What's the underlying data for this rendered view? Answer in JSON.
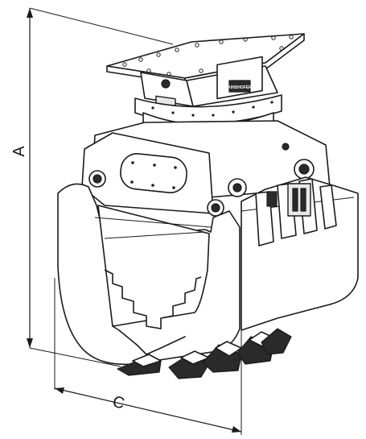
{
  "dimensions": {
    "height_label": "A",
    "width_label": "C"
  },
  "logo_text": "KINSHOFER",
  "colors": {
    "line": "#1a1a1a",
    "background": "#ffffff",
    "shade": "#e8e8e8"
  }
}
